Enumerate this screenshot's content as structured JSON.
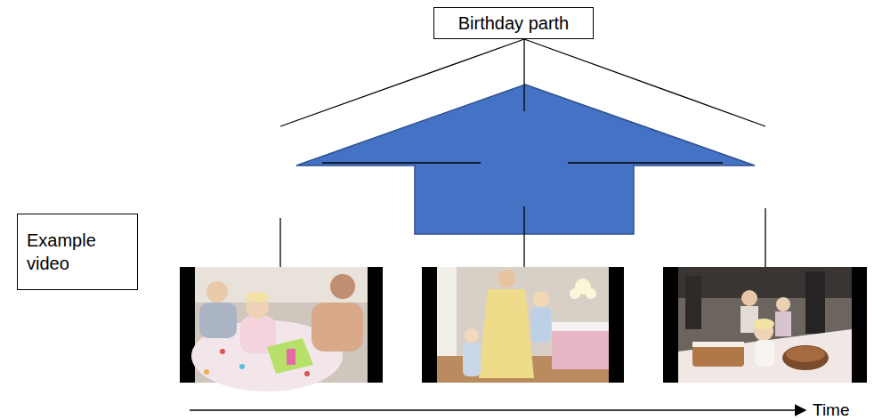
{
  "diagram": {
    "nodes": [
      {
        "text": [
          "Birthday parth"
        ]
      },
      {
        "text": [
          "Example video"
        ]
      }
    ],
    "labels": [
      "Time"
    ]
  }
}
